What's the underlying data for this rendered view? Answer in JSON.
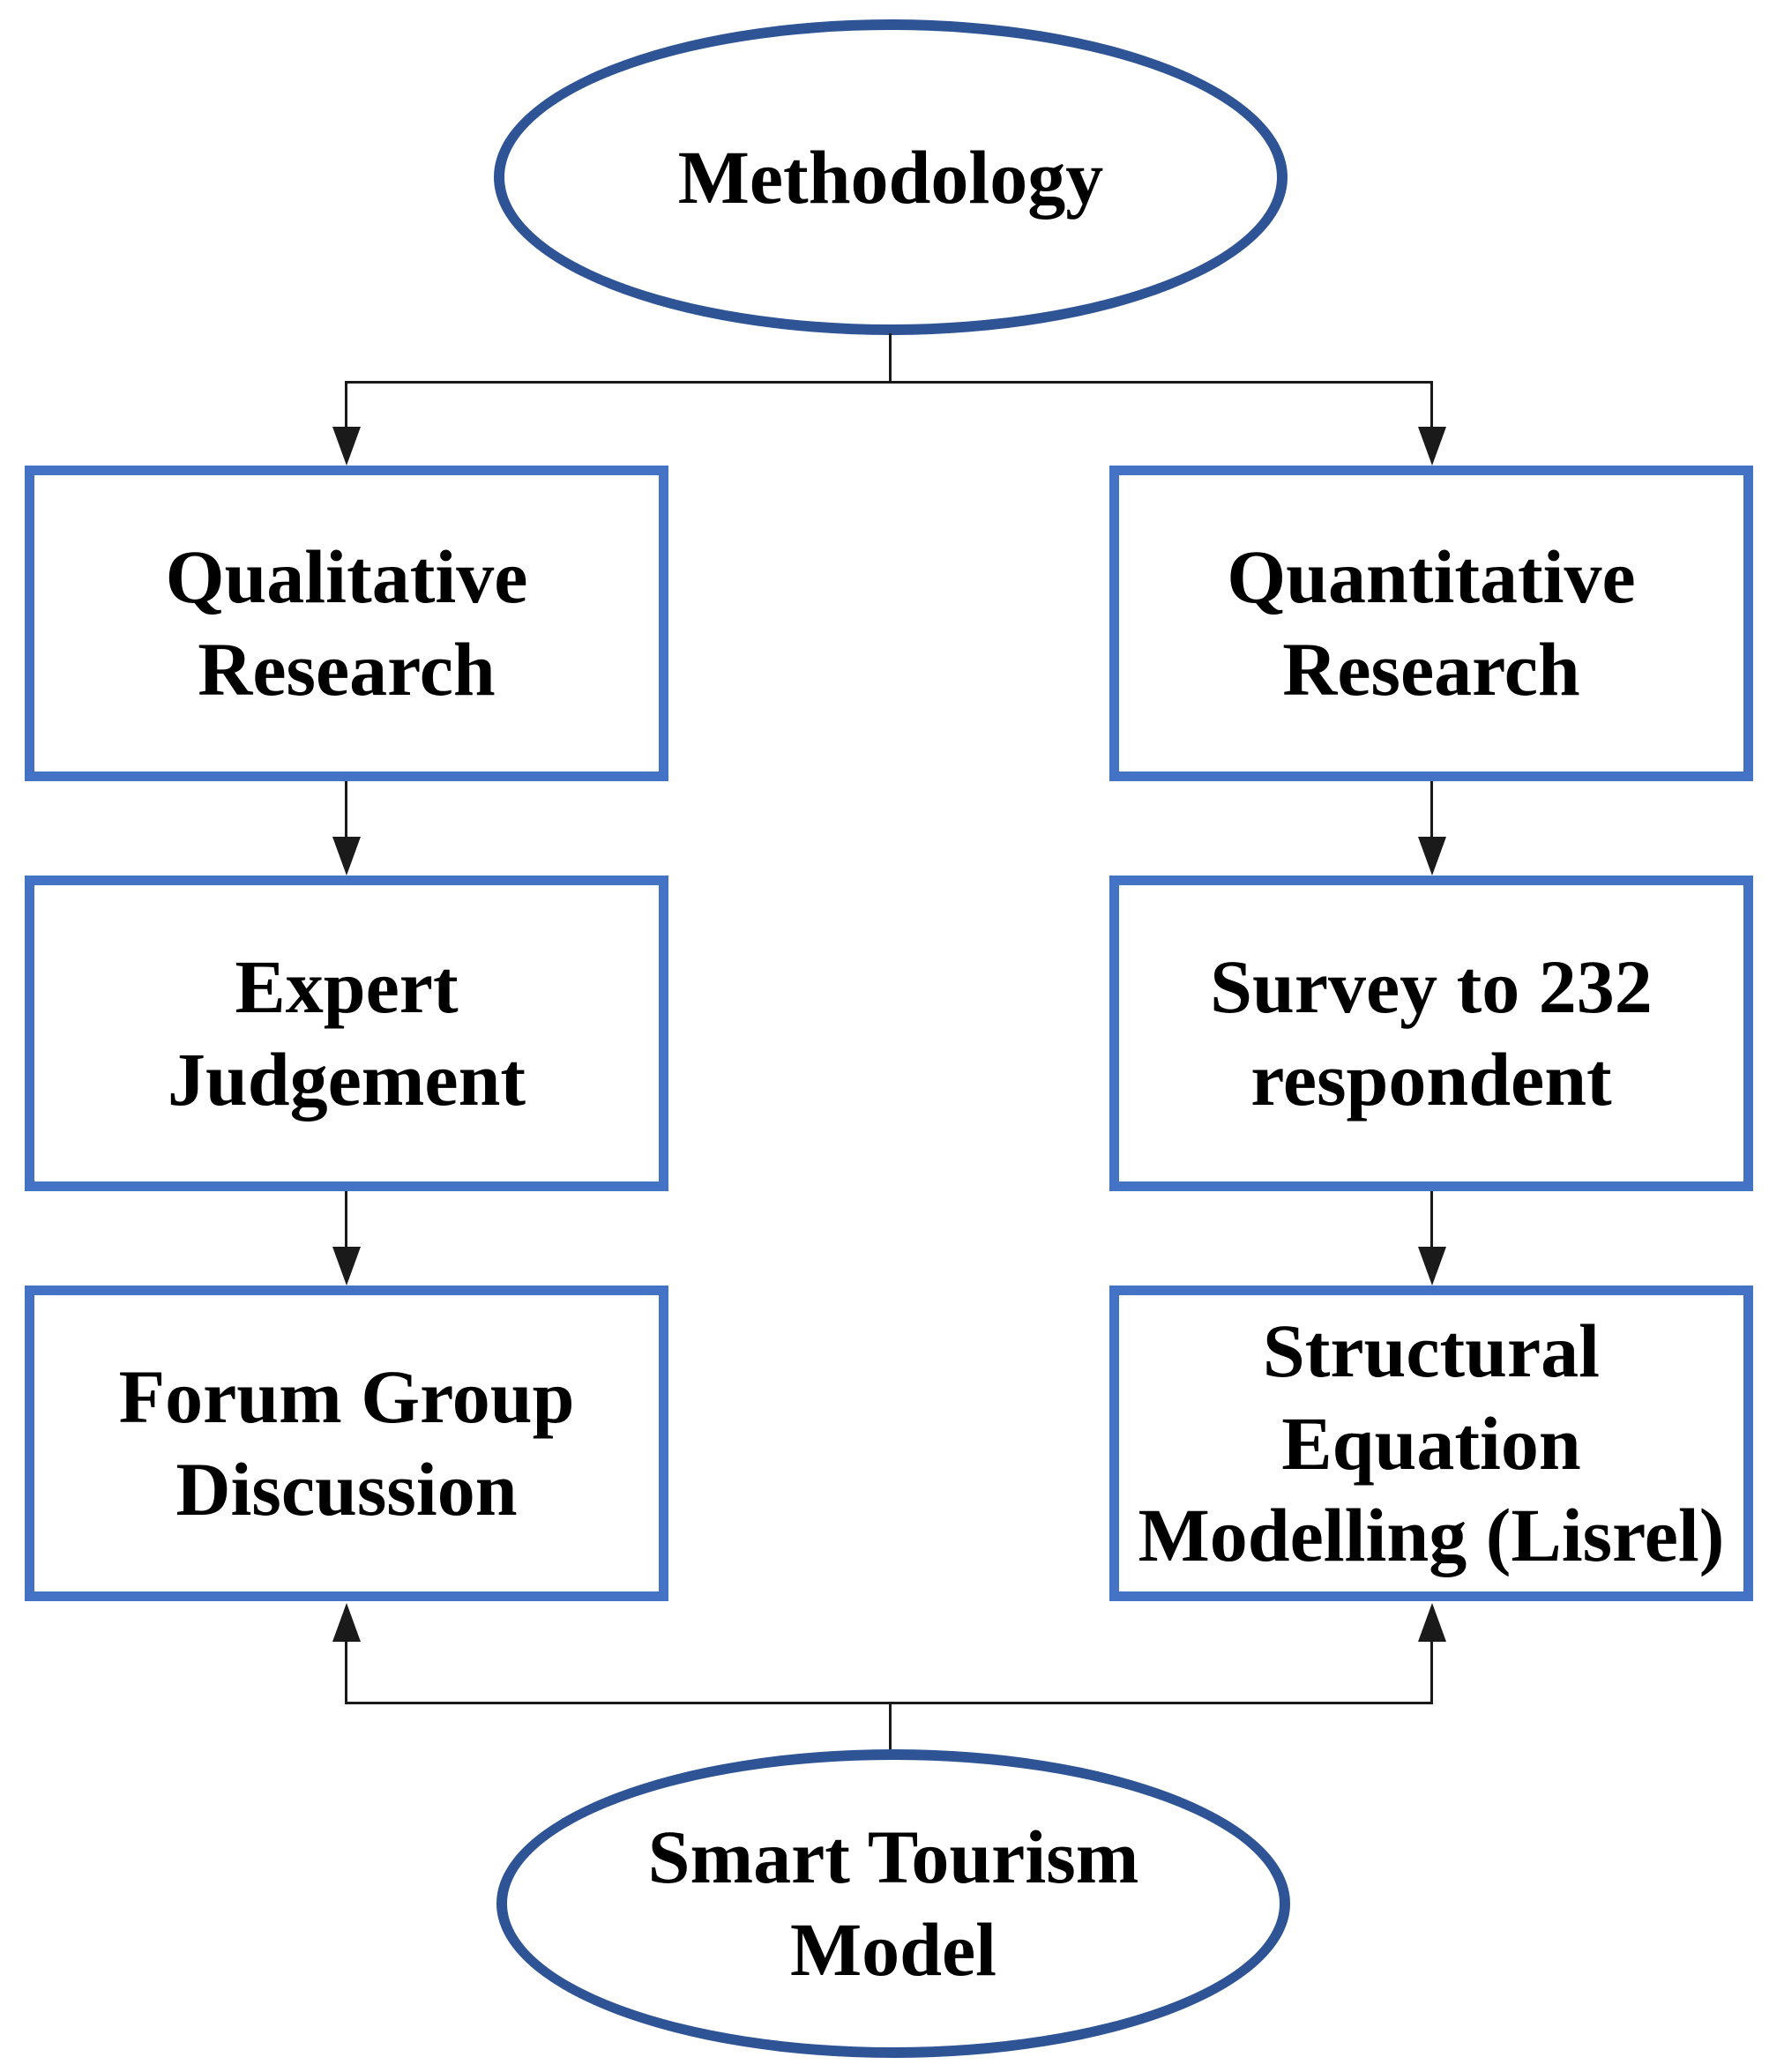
{
  "figure": {
    "type": "flowchart",
    "description": "Research methodology flow diagram"
  },
  "nodes": {
    "methodology": {
      "label": "Methodology",
      "shape": "ellipse"
    },
    "qualitative_research": {
      "label": "Qualitative\nResearch",
      "shape": "rect"
    },
    "quantitative_research": {
      "label": "Quantitative\nResearch",
      "shape": "rect"
    },
    "expert_judgement": {
      "label": "Expert\nJudgement",
      "shape": "rect"
    },
    "survey": {
      "label": "Survey to 232\nrespondent",
      "shape": "rect"
    },
    "forum_group_discussion": {
      "label": "Forum Group\nDiscussion",
      "shape": "rect"
    },
    "structural_equation_modelling": {
      "label": "Structural\nEquation\nModelling (Lisrel)",
      "shape": "rect"
    },
    "smart_tourism_model": {
      "label": "Smart Tourism\nModel",
      "shape": "ellipse"
    }
  },
  "edges": [
    {
      "from": "methodology",
      "to": "qualitative_research",
      "arrow": "down"
    },
    {
      "from": "methodology",
      "to": "quantitative_research",
      "arrow": "down"
    },
    {
      "from": "qualitative_research",
      "to": "expert_judgement",
      "arrow": "down"
    },
    {
      "from": "expert_judgement",
      "to": "forum_group_discussion",
      "arrow": "down"
    },
    {
      "from": "quantitative_research",
      "to": "survey",
      "arrow": "down"
    },
    {
      "from": "survey",
      "to": "structural_equation_modelling",
      "arrow": "down"
    },
    {
      "from": "smart_tourism_model",
      "to": "forum_group_discussion",
      "arrow": "up"
    },
    {
      "from": "smart_tourism_model",
      "to": "structural_equation_modelling",
      "arrow": "up"
    }
  ],
  "colors": {
    "ellipse_border": "#2e5496",
    "rect_border": "#4472c4",
    "connector": "#1a1a1a",
    "text": "#000000",
    "background": "#ffffff"
  }
}
